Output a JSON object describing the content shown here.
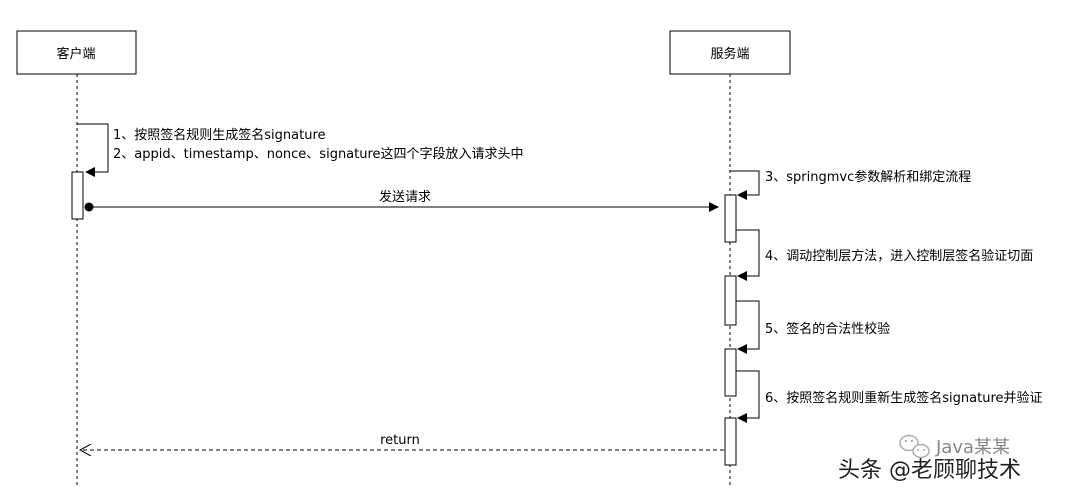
{
  "actors": {
    "client": "客户端",
    "server": "服务端"
  },
  "steps": {
    "step1": "1、按照签名规则生成签名signature",
    "step2": "2、appid、timestamp、nonce、signature这四个字段放入请求头中",
    "step3": "3、springmvc参数解析和绑定流程",
    "step4": "4、调动控制层方法，进入控制层签名验证切面",
    "step5": "5、签名的合法性校验",
    "step6": "6、按照签名规则重新生成签名signature并验证"
  },
  "messages": {
    "send_request": "发送请求",
    "return": "return"
  },
  "watermark": {
    "channel": "Java某某",
    "credit": "头条 @老顾聊技术"
  },
  "icons": {
    "watermark": "wechat-icon"
  }
}
